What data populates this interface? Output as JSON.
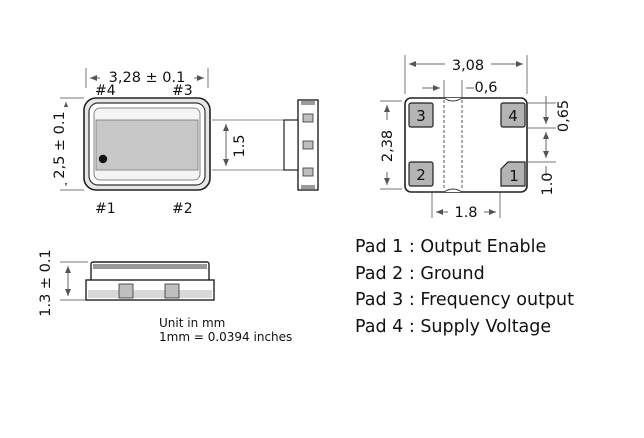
{
  "top_view": {
    "width_dim": "3,28 ± 0.1",
    "height_dim": "2,5 ± 0.1",
    "pin4": "#4",
    "pin3": "#3",
    "pin1": "#1",
    "pin2": "#2"
  },
  "side_view": {
    "height_dim": "1.5"
  },
  "bottom_side_view": {
    "thickness_dim": "1.3 ± 0.1"
  },
  "pad_view": {
    "overall_width": "3,08",
    "gap_width": "0,6",
    "pad_pitch_height": "2,38",
    "pad_height": "0,65",
    "pad_gap_v": "1.0",
    "pad_spacing_h": "1.8",
    "pad3": "3",
    "pad4": "4",
    "pad2": "2",
    "pad1": "1"
  },
  "units": {
    "line1": "Unit in mm",
    "line2": "1mm = 0.0394 inches"
  },
  "pads": [
    "Pad 1 : Output Enable",
    "Pad 2 : Ground",
    "Pad 3 : Frequency output",
    "Pad 4 : Supply Voltage"
  ]
}
